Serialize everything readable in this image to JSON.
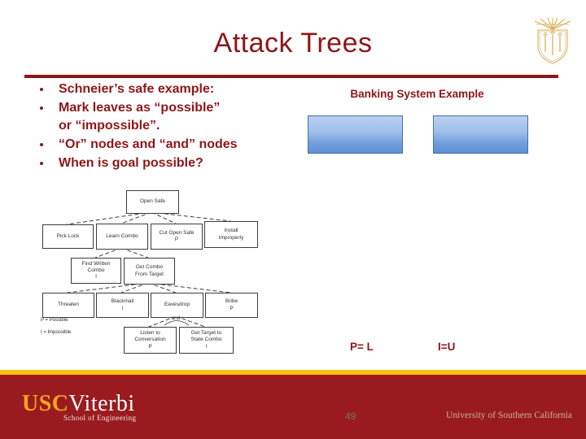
{
  "title": "Attack Trees",
  "bullets": [
    "Schneier’s safe example:",
    "Mark leaves as “possible”\nor “impossible”.",
    "“Or” nodes and “and” nodes",
    "When is goal possible?"
  ],
  "banking": {
    "heading": "Banking System Example",
    "annotation_left": "P= L",
    "annotation_right": "I=U"
  },
  "tree": {
    "nodes": [
      {
        "id": "open-safe",
        "label": "Open Safe"
      },
      {
        "id": "pick-lock",
        "label": "Pick Lock"
      },
      {
        "id": "learn-combo",
        "label": "Learn Combo"
      },
      {
        "id": "cut-open-safe",
        "label": "Cut Open Safe\nP"
      },
      {
        "id": "install-improperly",
        "label": "Install\nImproperly"
      },
      {
        "id": "find-written-combo",
        "label": "Find Written\nCombo\nI"
      },
      {
        "id": "get-combo-from-target",
        "label": "Get Combo\nFrom Target"
      },
      {
        "id": "threaten",
        "label": "Threaten"
      },
      {
        "id": "blackmail",
        "label": "Blackmail\nI"
      },
      {
        "id": "eavesdrop",
        "label": "Eavesdrop"
      },
      {
        "id": "bribe",
        "label": "Bribe\nP"
      },
      {
        "id": "listen-to-conversation",
        "label": "Listen to\nConversation\nP"
      },
      {
        "id": "get-target-to-state-combo",
        "label": "Get Target to\nState Combo\nI"
      }
    ],
    "and_label": "and",
    "legend_possible": "P = Possible",
    "legend_impossible": "I = Impossible"
  },
  "footer": {
    "logo_usc": "USC",
    "logo_viterbi": "Viterbi",
    "logo_sub": "School of Engineering",
    "page_number": "49",
    "university": "University of Southern California"
  },
  "colors": {
    "maroon_text": "#8e1618",
    "banner_red": "#9a1b1f",
    "gold_stripe": "#fdbf11",
    "blue_fill_top": "#b9d1f1",
    "blue_fill_bottom": "#6090d6",
    "blue_border": "#4472a4"
  }
}
